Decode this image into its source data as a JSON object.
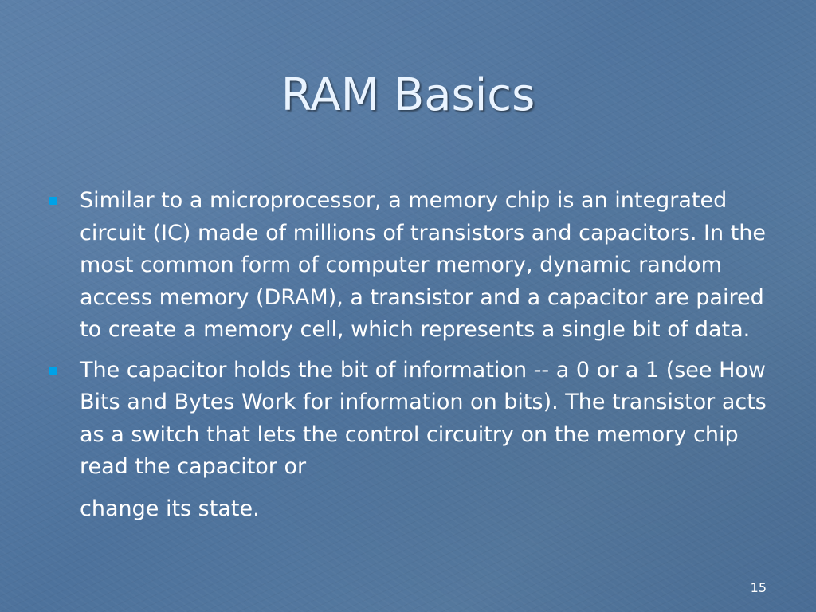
{
  "slide": {
    "title": "RAM Basics",
    "page_number": "15",
    "accent_color": "#00a2e8",
    "bullets": [
      {
        "text": "Similar to a microprocessor, a memory chip is an integrated circuit (IC) made of millions of transistors and capacitors. In the most common form of computer memory, dynamic random access memory (DRAM), a transistor and a capacitor are paired to create a memory cell, which represents a single bit of data."
      },
      {
        "text": "The capacitor holds the bit of information -- a 0 or a 1 (see How Bits and Bytes Work for information on bits). The transistor acts as a switch that lets the control circuitry on the memory chip read the capacitor or",
        "text_continued": "change its state."
      }
    ]
  }
}
